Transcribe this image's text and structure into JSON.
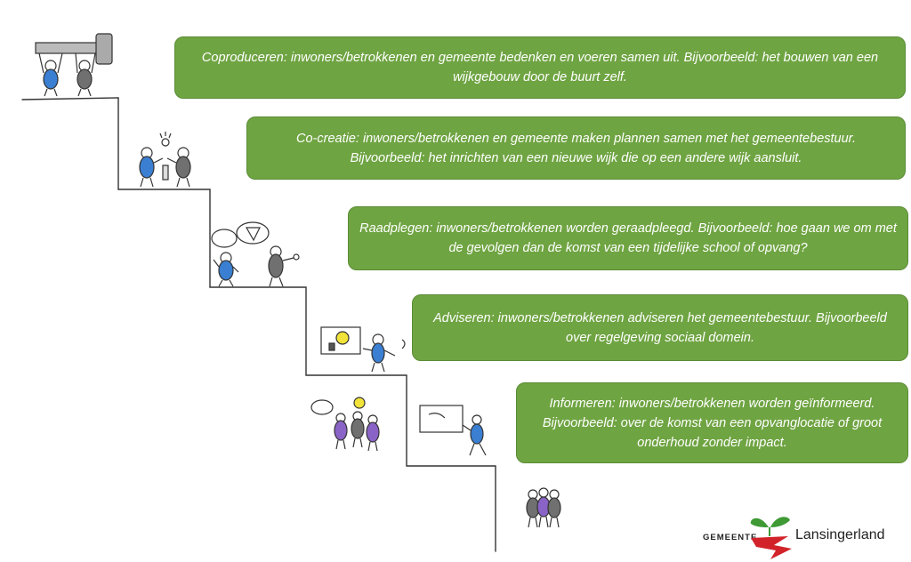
{
  "steps": [
    {
      "text": "Coproduceren: inwoners/betrokkenen en gemeente bedenken en voeren samen uit. Bijvoorbeeld: het bouwen van een wijkgebouw door de buurt zelf."
    },
    {
      "text": "Co-creatie: inwoners/betrokkenen en gemeente maken plannen samen met het gemeentebestuur. Bijvoorbeeld: het inrichten van een nieuwe wijk die op een andere wijk aansluit."
    },
    {
      "text": "Raadplegen: inwoners/betrokkenen worden geraadpleegd. Bijvoorbeeld: hoe gaan we om met de gevolgen dan de komst van een tijdelijke school of opvang?"
    },
    {
      "text": "Adviseren: inwoners/betrokkenen adviseren het gemeentebestuur. Bijvoorbeeld over regelgeving sociaal domein."
    },
    {
      "text": "Informeren: inwoners/betrokkenen worden geïnformeerd. Bijvoorbeeld: over de komst van een opvanglocatie of groot onderhoud zonder impact."
    }
  ],
  "logo": {
    "prefix": "GEMEENTE",
    "name": "Lansingerland",
    "colors": {
      "green": "#3f9a35",
      "red": "#d2232a"
    }
  },
  "colors": {
    "box_fill": "#6fa442",
    "box_text": "#ffffff",
    "figure_blue": "#3a7fd1",
    "figure_gray": "#707070",
    "figure_purple": "#8a63c6",
    "bulb_yellow": "#f2e33a"
  }
}
